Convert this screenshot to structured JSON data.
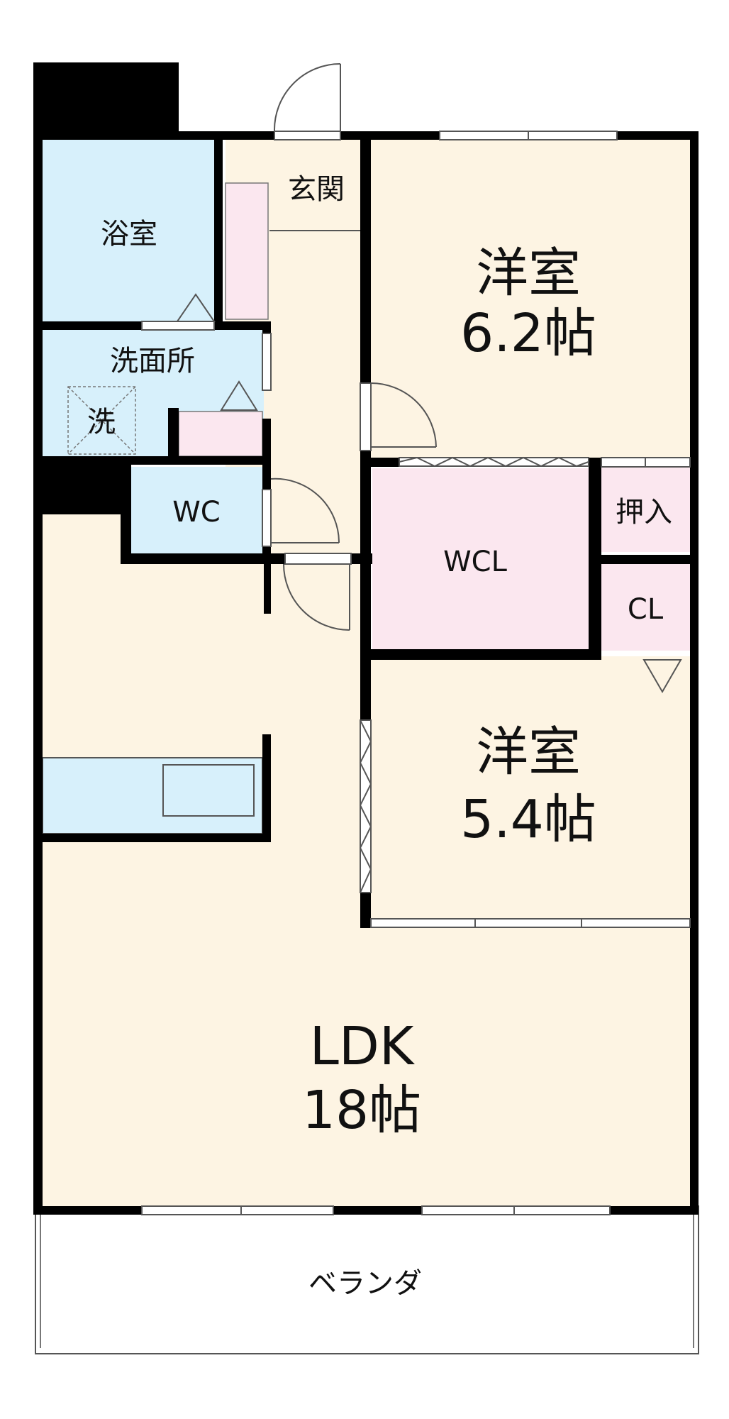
{
  "colors": {
    "wall": "#000000",
    "living_floor": "#fdf4e3",
    "wet_area": "#d7f0fb",
    "storage": "#fbe7ef",
    "veranda": "#ffffff",
    "window": "#ffffff"
  },
  "rooms": {
    "bath": {
      "label": "浴室"
    },
    "entrance": {
      "label": "玄関"
    },
    "western_room_1": {
      "label": "洋室",
      "size": "6.2帖"
    },
    "washroom": {
      "label": "洗面所"
    },
    "washer": {
      "label": "洗"
    },
    "toilet": {
      "label": "WC"
    },
    "walk_in_closet": {
      "label": "WCL"
    },
    "oshiire": {
      "label": "押入"
    },
    "closet": {
      "label": "CL"
    },
    "western_room_2": {
      "label": "洋室",
      "size": "5.4帖"
    },
    "ldk": {
      "label": "LDK",
      "size": "18帖"
    },
    "veranda": {
      "label": "ベランダ"
    }
  }
}
